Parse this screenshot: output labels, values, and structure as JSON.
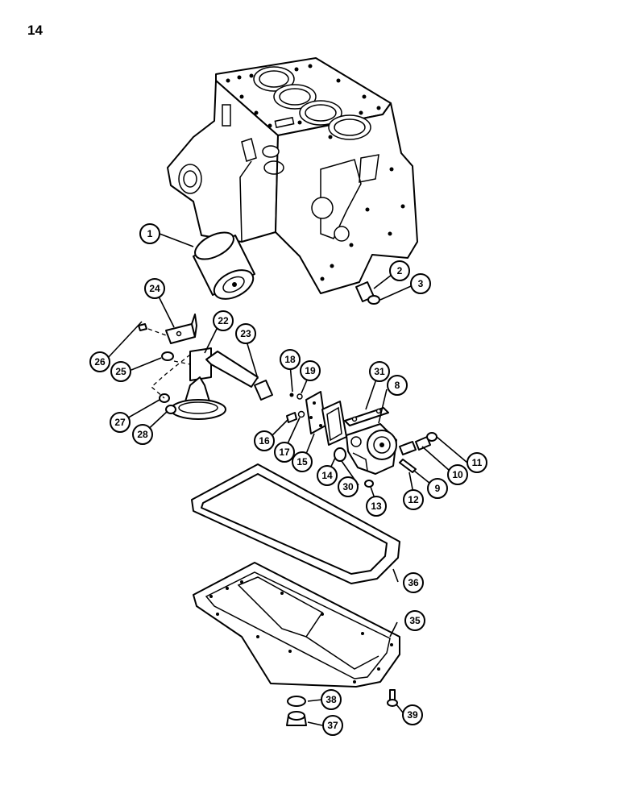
{
  "page": {
    "number": "14"
  },
  "callouts": [
    {
      "id": "c1",
      "label": "1"
    },
    {
      "id": "c2",
      "label": "2"
    },
    {
      "id": "c3",
      "label": "3"
    },
    {
      "id": "c8",
      "label": "8"
    },
    {
      "id": "c9",
      "label": "9"
    },
    {
      "id": "c10",
      "label": "10"
    },
    {
      "id": "c11",
      "label": "11"
    },
    {
      "id": "c12",
      "label": "12"
    },
    {
      "id": "c13",
      "label": "13"
    },
    {
      "id": "c14",
      "label": "14"
    },
    {
      "id": "c15",
      "label": "15"
    },
    {
      "id": "c16",
      "label": "16"
    },
    {
      "id": "c17",
      "label": "17"
    },
    {
      "id": "c18",
      "label": "18"
    },
    {
      "id": "c19",
      "label": "19"
    },
    {
      "id": "c22",
      "label": "22"
    },
    {
      "id": "c23",
      "label": "23"
    },
    {
      "id": "c24",
      "label": "24"
    },
    {
      "id": "c25",
      "label": "25"
    },
    {
      "id": "c26",
      "label": "26"
    },
    {
      "id": "c27",
      "label": "27"
    },
    {
      "id": "c28",
      "label": "28"
    },
    {
      "id": "c30",
      "label": "30"
    },
    {
      "id": "c31",
      "label": "31"
    },
    {
      "id": "c35",
      "label": "35"
    },
    {
      "id": "c36",
      "label": "36"
    },
    {
      "id": "c37",
      "label": "37"
    },
    {
      "id": "c38",
      "label": "38"
    },
    {
      "id": "c39",
      "label": "39"
    }
  ]
}
